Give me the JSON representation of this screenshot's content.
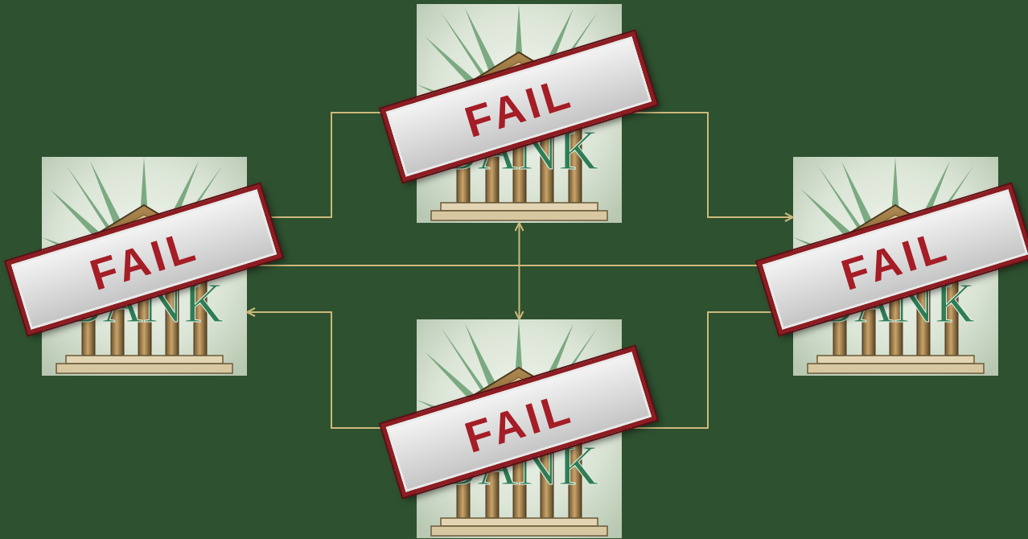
{
  "diagram": {
    "nodes": [
      {
        "text": [
          "BANK",
          "FAIL"
        ]
      },
      {
        "text": [
          "BANK",
          "FAIL"
        ]
      },
      {
        "text": [
          "BANK",
          "FAIL"
        ]
      },
      {
        "text": [
          "BANK",
          "FAIL"
        ]
      }
    ],
    "edges": [
      {
        "from": 1,
        "to": 0,
        "arrow": "none"
      },
      {
        "from": 0,
        "to": 2,
        "arrow": "to"
      },
      {
        "from": 1,
        "to": 2,
        "arrow": "none"
      },
      {
        "from": 2,
        "to": 3,
        "arrow": "none"
      },
      {
        "from": 3,
        "to": 1,
        "arrow": "to"
      },
      {
        "from": 0,
        "to": 3,
        "arrow": "both"
      }
    ]
  }
}
